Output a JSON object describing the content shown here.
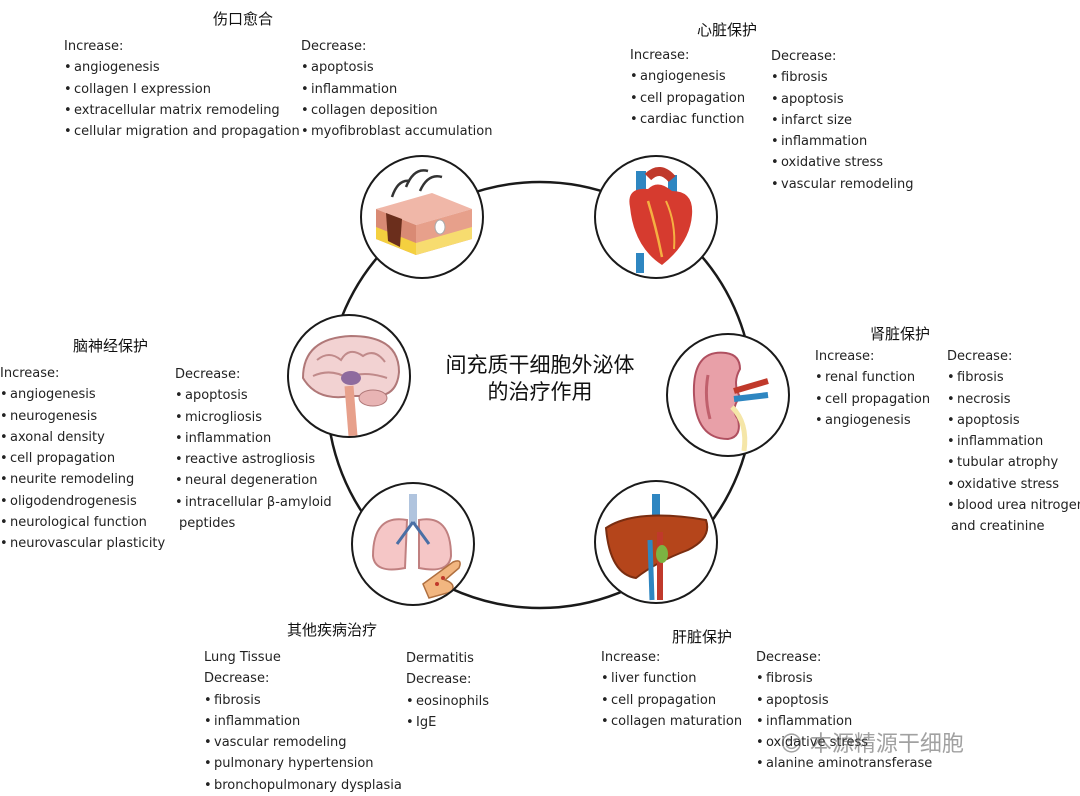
{
  "center": {
    "line1": "间充质干细胞外泌体",
    "line2": "的治疗作用"
  },
  "icons": {
    "wound": "skin-section-icon",
    "heart": "heart-icon",
    "kidney": "kidney-icon",
    "liver": "liver-icon",
    "lungs": "lungs-hand-icon",
    "brain": "brain-icon"
  },
  "wound": {
    "title": "伤口愈合",
    "increase": {
      "label": "Increase:",
      "items": [
        "angiogenesis",
        "collagen I expression",
        "extracellular matrix remodeling",
        "cellular migration and propagation"
      ]
    },
    "decrease": {
      "label": "Decrease:",
      "items": [
        "apoptosis",
        "inflammation",
        "collagen deposition",
        "myofibroblast accumulation"
      ]
    }
  },
  "heart": {
    "title": "心脏保护",
    "increase": {
      "label": "Increase:",
      "items": [
        "angiogenesis",
        "cell propagation",
        "cardiac function"
      ]
    },
    "decrease": {
      "label": "Decrease:",
      "items": [
        "fibrosis",
        "apoptosis",
        "infarct size",
        "inflammation",
        "oxidative stress",
        "vascular remodeling"
      ]
    }
  },
  "kidney": {
    "title": "肾脏保护",
    "increase": {
      "label": "Increase:",
      "items": [
        "renal function",
        "cell propagation",
        "angiogenesis"
      ]
    },
    "decrease": {
      "label": "Decrease:",
      "items": [
        "fibrosis",
        "necrosis",
        "apoptosis",
        "inflammation",
        "tubular atrophy",
        "oxidative stress",
        "blood urea nitrogen"
      ],
      "continuation": "and creatinine"
    }
  },
  "liver": {
    "title": "肝脏保护",
    "increase": {
      "label": "Increase:",
      "items": [
        "liver function",
        "cell propagation",
        "collagen maturation"
      ]
    },
    "decrease": {
      "label": "Decrease:",
      "items": [
        "fibrosis",
        "apoptosis",
        "inflammation",
        "oxidative stress",
        "alanine aminotransferase"
      ]
    }
  },
  "other": {
    "title": "其他疾病治疗",
    "lung": {
      "heading": "Lung Tissue",
      "label": "Decrease:",
      "items": [
        "fibrosis",
        "inflammation",
        "vascular remodeling",
        "pulmonary hypertension",
        "bronchopulmonary dysplasia"
      ]
    },
    "derm": {
      "heading": "Dermatitis",
      "label": "Decrease:",
      "items": [
        "eosinophils",
        "IgE"
      ]
    }
  },
  "brain": {
    "title": "脑神经保护",
    "increase": {
      "label": "Increase:",
      "items": [
        "angiogenesis",
        "neurogenesis",
        "axonal density",
        "cell propagation",
        "neurite remodeling",
        "oligodendrogenesis",
        "neurological function",
        "neurovascular plasticity"
      ]
    },
    "decrease": {
      "label": "Decrease:",
      "items": [
        "apoptosis",
        "microgliosis",
        "inflammation",
        "reactive astrogliosis",
        "neural degeneration",
        "intracellular β-amyloid"
      ],
      "continuation": "peptides"
    }
  },
  "watermark": "☺ 本源精源干细胞"
}
